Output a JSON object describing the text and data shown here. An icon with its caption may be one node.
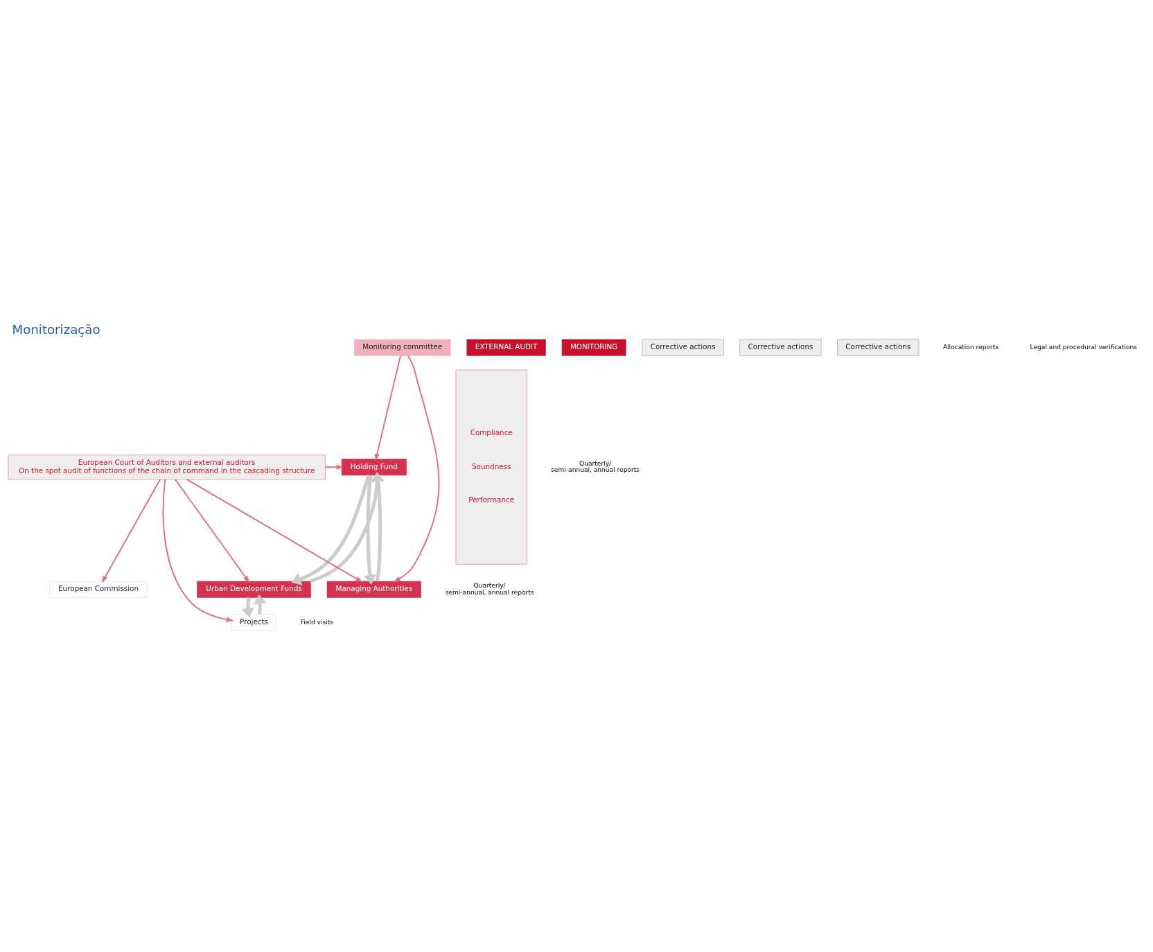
{
  "diagram": {
    "title": "Monitorização",
    "nodes": [
      {
        "text": [
          "European Commission"
        ]
      },
      {
        "text": [
          "EXTERNAL AUDIT"
        ]
      },
      {
        "text": [
          "MONITORING"
        ]
      },
      {
        "text": [
          "Managing Authorities"
        ]
      },
      {
        "text": [
          "Monitoring committee"
        ]
      },
      {
        "text": [
          "Holding Fund"
        ]
      },
      {
        "text": [
          "Urban Development Funds"
        ]
      },
      {
        "text": [
          "Projects"
        ]
      },
      {
        "text": [
          "European Court of Auditors and external auditors",
          "On the spot audit of functions of the chain of command in the cascading structure"
        ]
      },
      {
        "text": [
          "Corrective actions"
        ]
      },
      {
        "text": [
          "Corrective actions"
        ]
      },
      {
        "text": [
          "Corrective actions"
        ]
      },
      {
        "text": [
          "Compliance",
          "Soundness",
          "Performance"
        ]
      }
    ],
    "edges": [
      {
        "from": 8,
        "to": 0,
        "arrow": "to"
      },
      {
        "from": 8,
        "to": 3,
        "arrow": "to"
      },
      {
        "from": 8,
        "to": 5,
        "arrow": "to"
      },
      {
        "from": 8,
        "to": 6,
        "arrow": "to"
      },
      {
        "from": 8,
        "to": 7,
        "arrow": "to"
      },
      {
        "from": 4,
        "to": 3,
        "arrow": "to"
      },
      {
        "from": 4,
        "to": 5,
        "arrow": "to"
      },
      {
        "from": 3,
        "to": 5,
        "arrow": "to",
        "style": "thick",
        "color": "#cccccc"
      },
      {
        "from": 5,
        "to": 6,
        "arrow": "to",
        "style": "thick",
        "color": "#cccccc"
      },
      {
        "from": 6,
        "to": 7,
        "arrow": "to",
        "style": "thick",
        "color": "#cccccc"
      },
      {
        "from": 5,
        "to": 3,
        "arrow": "to",
        "style": "thick",
        "color": "#cccccc"
      },
      {
        "from": 6,
        "to": 5,
        "arrow": "to",
        "style": "thick",
        "color": "#cccccc"
      },
      {
        "from": 7,
        "to": 6,
        "arrow": "to",
        "style": "thick",
        "color": "#cccccc"
      }
    ],
    "labels": [
      "Quarterly/ semi-annual, annual reports",
      "Allocation reports",
      "Quarterly/ semi-annual, annual reports",
      "Legal and procedural verifications",
      "Field visits"
    ]
  }
}
